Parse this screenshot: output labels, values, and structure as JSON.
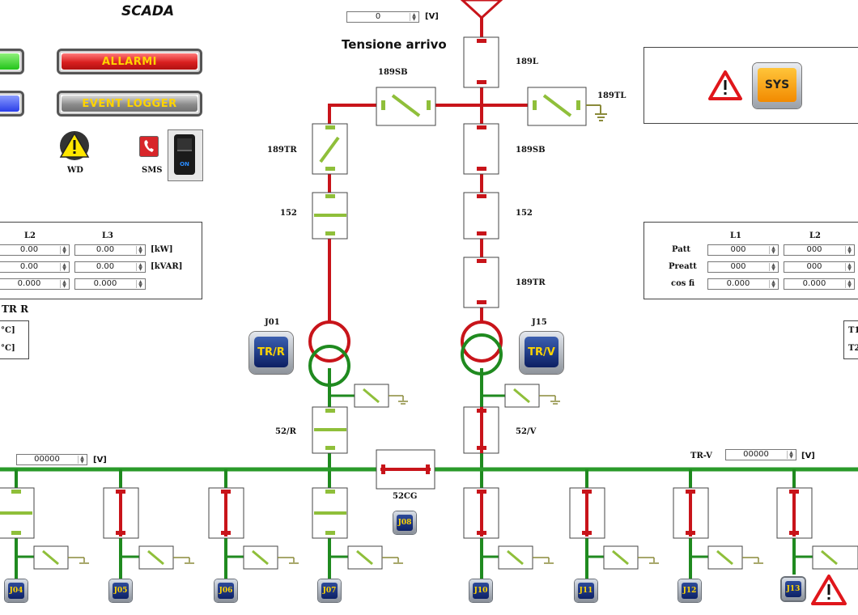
{
  "app": {
    "title": "SCADA"
  },
  "buttons": {
    "allarmi": "ALLARMI",
    "event_logger": "EVENT LOGGER",
    "sys": "SYS"
  },
  "indicators": {
    "wd": "WD",
    "sms": "SMS",
    "switch_state": "ON"
  },
  "top_voltage": {
    "value": "0",
    "unit": "[V]",
    "caption": "Tensione arrivo"
  },
  "switch_labels": {
    "s189L": "189L",
    "s189SB_top": "189SB",
    "s189TL": "189TL",
    "s189TR_left": "189TR",
    "s189SB_right": "189SB",
    "s152_left": "152",
    "s152_right": "152",
    "s189TR_right": "189TR",
    "s52R": "52/R",
    "s52V": "52/V",
    "s52CG": "52CG"
  },
  "transformers": {
    "left_id": "J01",
    "left_label": "TR/R",
    "right_id": "J15",
    "right_label": "TR/V"
  },
  "left_panel": {
    "headers": [
      "L2",
      "L3"
    ],
    "rows": [
      {
        "values": [
          "0.00",
          "0.00"
        ],
        "unit": "[kW]"
      },
      {
        "values": [
          "0.00",
          "0.00"
        ],
        "unit": "[kVAR]"
      },
      {
        "values": [
          "0.000",
          "0.000"
        ],
        "unit": ""
      }
    ],
    "temp_title": "TR R",
    "temp_units": [
      "°C]",
      "°C]"
    ]
  },
  "right_panel": {
    "headers": [
      "L1",
      "L2"
    ],
    "row_labels": [
      "Patt",
      "Preatt",
      "cos fi"
    ],
    "rows": [
      [
        "000",
        "000"
      ],
      [
        "000",
        "000"
      ],
      [
        "0.000",
        "0.000"
      ]
    ],
    "temp_labels": [
      "T1",
      "T2"
    ]
  },
  "bus_voltage_left": {
    "value": "00000",
    "unit": "[V]"
  },
  "bus_voltage_right": {
    "label": "TR-V",
    "value": "00000",
    "unit": "[V]"
  },
  "feeders": [
    "J04",
    "J05",
    "J06",
    "J07",
    "J08",
    "J10",
    "J11",
    "J12",
    "J13"
  ],
  "colors": {
    "live": "#c8141a",
    "dead": "#1f8a1f",
    "switch_green": "#8fbf3a",
    "bus": "#2a9a2a"
  }
}
